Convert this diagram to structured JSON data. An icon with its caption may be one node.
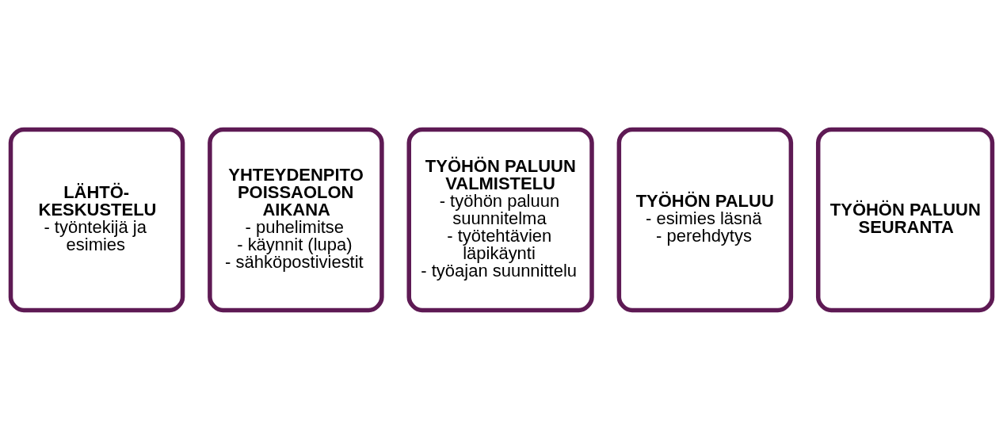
{
  "diagram": {
    "nodes": [
      {
        "text": [
          "LÄHTÖ-KESKUSTELU",
          "- työntekijä ja esimies"
        ]
      },
      {
        "text": [
          "YHTEYDENPITO POISSAOLON AIKANA",
          "- puhelimitse",
          "- käynnit (lupa)",
          "- sähköpostiviestit"
        ]
      },
      {
        "text": [
          "TYÖHÖN PALUUN VALMISTELU",
          "- työhön paluun suunnitelma",
          "- työtehtävien läpikäynti",
          "- työajan suunnittelu"
        ]
      },
      {
        "text": [
          "TYÖHÖN PALUU",
          "- esimies läsnä",
          "- perehdytys"
        ]
      },
      {
        "text": [
          "TYÖHÖN PALUUN SEURANTA"
        ]
      }
    ],
    "edges": []
  }
}
